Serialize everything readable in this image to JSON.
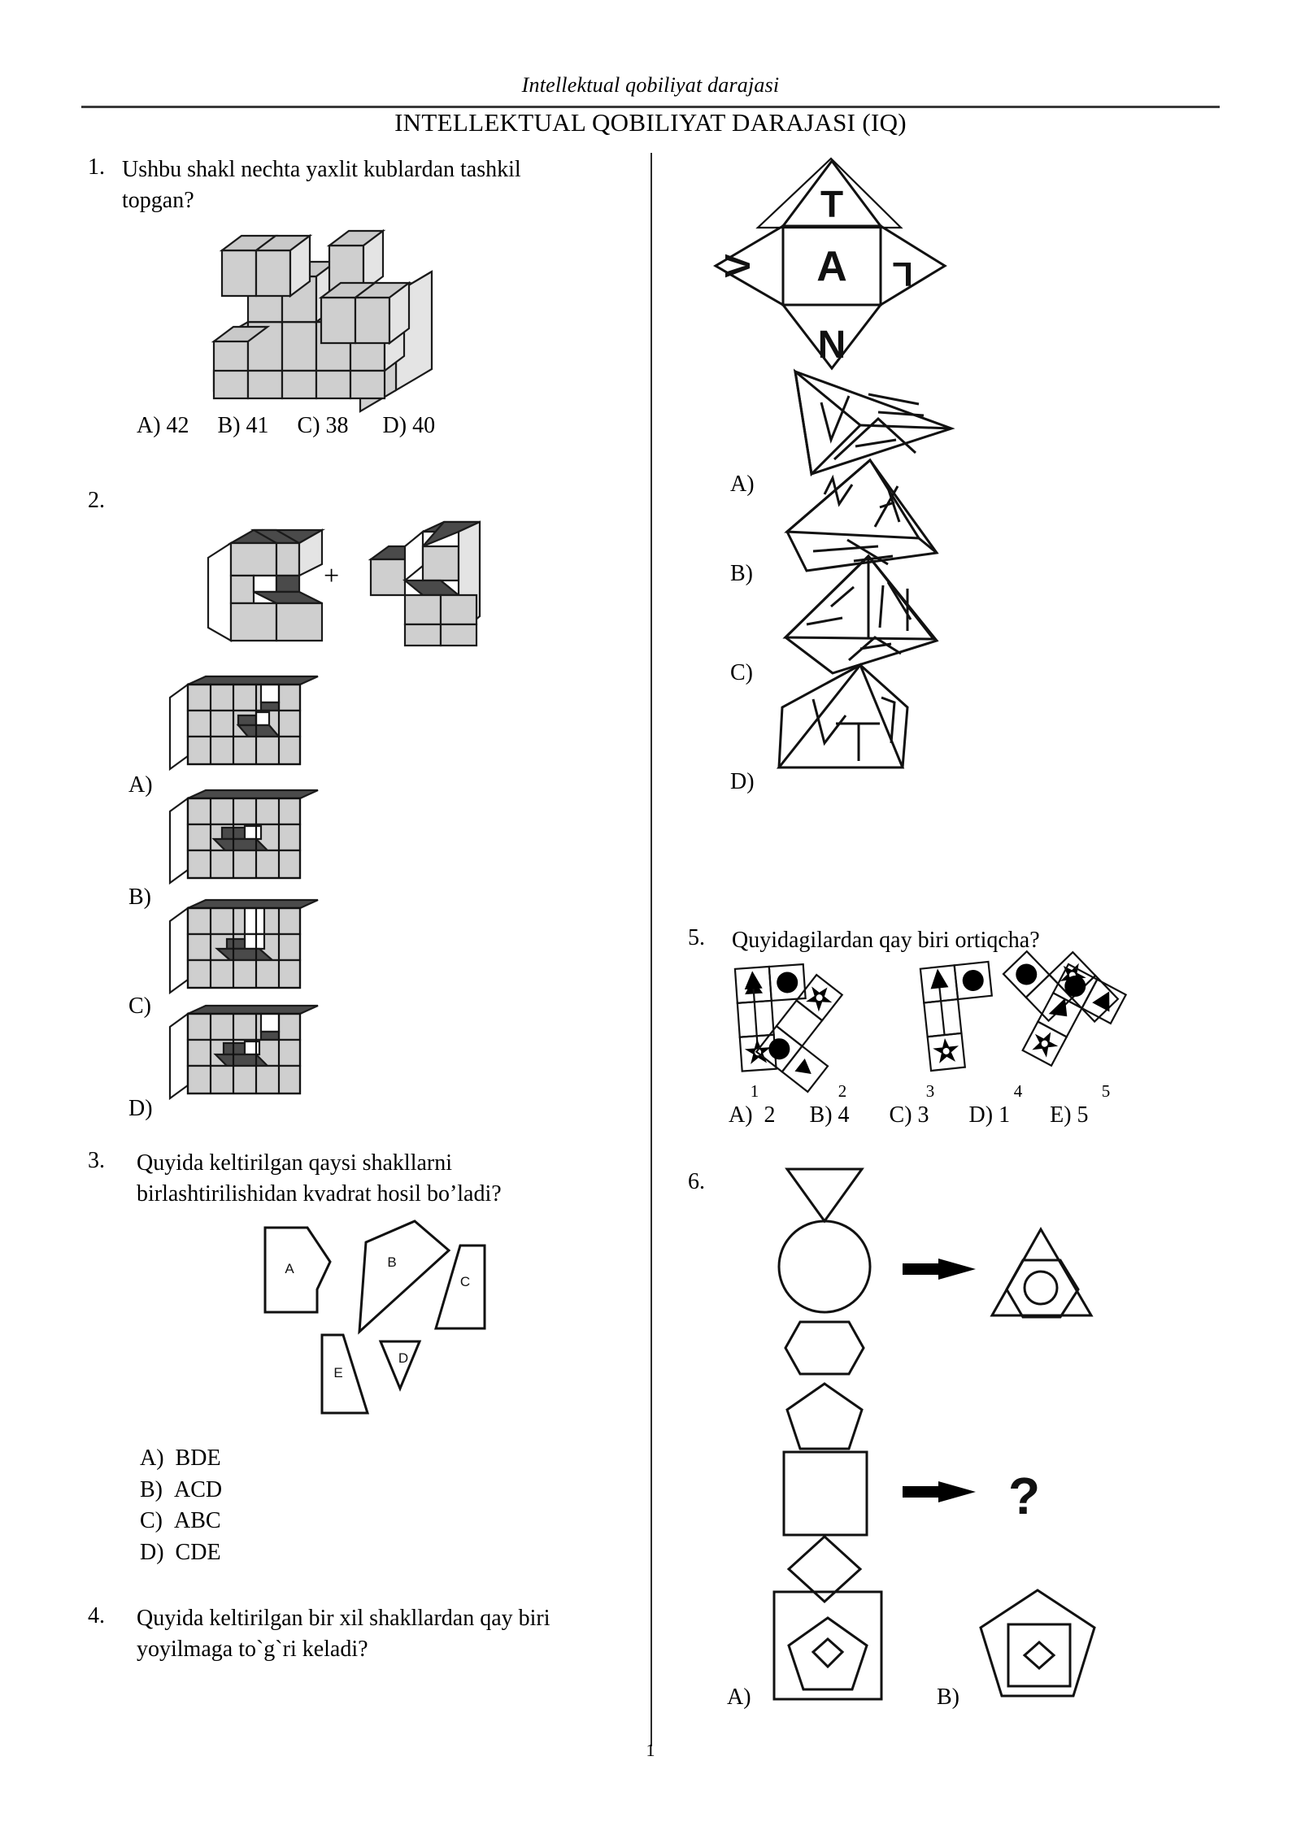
{
  "header": {
    "subtitle": "Intellektual qobiliyat darajasi",
    "title": "INTELLEKTUAL QOBILIYAT DARAJASI (IQ)"
  },
  "footer": {
    "page_number": "1"
  },
  "questions": [
    {
      "number": "1.",
      "text": "Ushbu shakl nechta yaxlit kublardan tashkil topgan?",
      "options_inline": "A) 42     B) 41     C) 38      D) 40",
      "options": [
        {
          "label": "A)",
          "value": "42"
        },
        {
          "label": "B)",
          "value": "41"
        },
        {
          "label": "C)",
          "value": "38"
        },
        {
          "label": "D)",
          "value": "40"
        }
      ]
    },
    {
      "number": "2.",
      "text": "",
      "plus_sign": "+",
      "options": [
        {
          "label": "A)"
        },
        {
          "label": "B)"
        },
        {
          "label": "C)"
        },
        {
          "label": "D)"
        }
      ]
    },
    {
      "number": "3.",
      "text": "Quyida keltirilgan qaysi shakllarni birlashtirilishidan kvadrat hosil bo’ladi?",
      "shape_labels": [
        "A",
        "B",
        "C",
        "D",
        "E"
      ],
      "options": [
        {
          "label": "A)",
          "value": "BDE"
        },
        {
          "label": "B)",
          "value": "ACD"
        },
        {
          "label": "C)",
          "value": "ABC"
        },
        {
          "label": "D)",
          "value": "CDE"
        }
      ]
    },
    {
      "number": "4.",
      "text": "Quyida keltirilgan bir xil shakllardan qay biri yoyilmaga to`g`ri keladi?",
      "net_letters": {
        "top": "T",
        "center": "A",
        "bottom": "N",
        "left": "V",
        "right": "L"
      },
      "options": [
        {
          "label": "A)"
        },
        {
          "label": "B)"
        },
        {
          "label": "C)"
        },
        {
          "label": "D)"
        }
      ]
    },
    {
      "number": "5.",
      "text": "Quyidagilardan qay biri ortiqcha?",
      "figure_numbers": [
        "1",
        "2",
        "3",
        "4",
        "5"
      ],
      "options_inline": "A)  2      B) 4       C) 3       D) 1       E) 5",
      "options": [
        {
          "label": "A)",
          "value": "2"
        },
        {
          "label": "B)",
          "value": "4"
        },
        {
          "label": "C)",
          "value": "3"
        },
        {
          "label": "D)",
          "value": "1"
        },
        {
          "label": "E)",
          "value": "5"
        }
      ]
    },
    {
      "number": "6.",
      "text": "",
      "unknown_marker": "?",
      "options": [
        {
          "label": "A)"
        },
        {
          "label": "B)"
        }
      ]
    }
  ]
}
